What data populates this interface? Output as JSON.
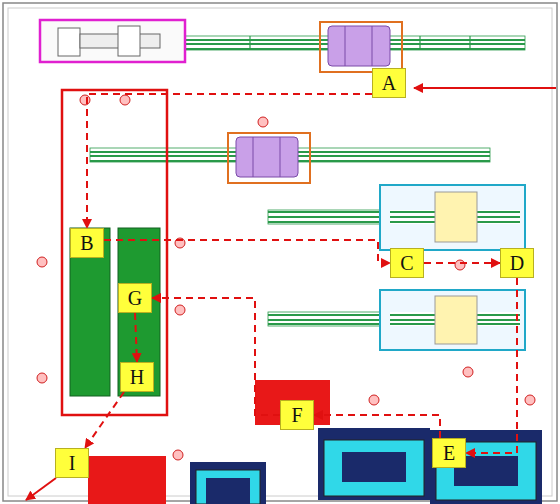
{
  "diagram": {
    "nodes": [
      {
        "text": [
          "A"
        ]
      },
      {
        "text": [
          "B"
        ]
      },
      {
        "text": [
          "C"
        ]
      },
      {
        "text": [
          "D"
        ]
      },
      {
        "text": [
          "E"
        ]
      },
      {
        "text": [
          "F"
        ]
      },
      {
        "text": [
          "G"
        ]
      },
      {
        "text": [
          "H"
        ]
      },
      {
        "text": [
          "I"
        ]
      }
    ],
    "edges": [
      {
        "from": 0,
        "to": 1,
        "arrow": "to"
      },
      {
        "from": 1,
        "to": 2,
        "arrow": "to"
      },
      {
        "from": 2,
        "to": 3,
        "arrow": "to"
      },
      {
        "from": 3,
        "to": 4,
        "arrow": "to"
      },
      {
        "from": 4,
        "to": 5,
        "arrow": "to"
      },
      {
        "from": 5,
        "to": 6,
        "arrow": "to"
      },
      {
        "from": 6,
        "to": 7,
        "arrow": "to"
      },
      {
        "from": 7,
        "to": 8,
        "arrow": "to"
      }
    ]
  }
}
